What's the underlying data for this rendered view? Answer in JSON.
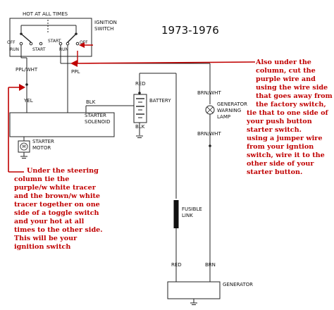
{
  "title": "1973-1976",
  "labels": {
    "hot_at_all_times": "HOT AT ALL TIMES",
    "ignition_switch_1": "IGNITION",
    "ignition_switch_2": "SWITCH",
    "off_left": "OFF",
    "run_left": "RUN",
    "start_left": "START",
    "start_right": "START",
    "off_right": "OFF",
    "run_right": "RUN",
    "ppl_wht": "PPL/WHT",
    "ppl": "PPL",
    "yel": "YEL",
    "blk_solenoid": "BLK",
    "starter_solenoid_1": "STARTER",
    "starter_solenoid_2": "SOLENOID",
    "starter_motor_1": "STARTER",
    "starter_motor_2": "MOTOR",
    "motor_symbol": "M",
    "red_battery": "RED",
    "battery": "BATTERY",
    "blk_battery": "BLK",
    "brn_wht_top": "BRN/WHT",
    "gen_warning_1": "GENERATOR",
    "gen_warning_2": "WARNING",
    "gen_warning_3": "LAMP",
    "brn_wht_bottom": "BRN/WHT",
    "fusible_1": "FUSIBLE",
    "fusible_2": "LINK",
    "red_gen": "RED",
    "brn_gen": "BRN",
    "generator": "GENERATOR"
  },
  "notes": {
    "right": [
      "Also under the",
      "column, cut the",
      "purple wire  and",
      "using the wire side",
      "that goes away from",
      "the factory switch,",
      "tie that to one side of",
      "your push button",
      "starter switch.",
      "using a jumper wire",
      "from your igntion",
      "switch, wire it to the",
      "other side of your",
      "starter button."
    ],
    "left": [
      "Under the steering",
      "column tie the",
      "purple/w white tracer",
      "and the brown/w white",
      "tracer together on one",
      "side of a toggle switch",
      "and your hot at all",
      "times to the other side.",
      "This will be your",
      "ignition switch"
    ]
  },
  "colors": {
    "wire": "#222222",
    "annotation": "#c00000"
  }
}
